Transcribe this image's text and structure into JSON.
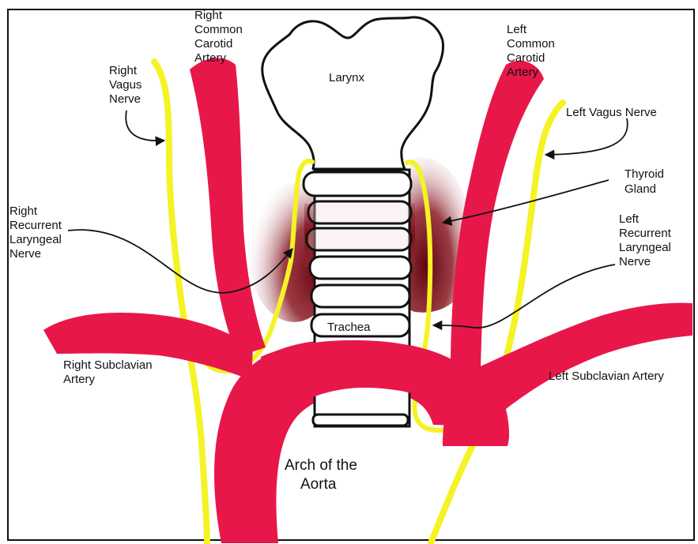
{
  "colors": {
    "artery": "#e8174a",
    "nerve": "#f5f225",
    "thyroid": "#7a0a14",
    "outline": "#111111",
    "background": "#ffffff"
  },
  "labels": {
    "right_common_carotid": [
      "Right",
      "Common",
      "Carotid",
      "Artery"
    ],
    "left_common_carotid": [
      "Left",
      "Common",
      "Carotid",
      "Artery"
    ],
    "right_vagus": [
      "Right",
      "Vagus",
      "Nerve"
    ],
    "left_vagus": [
      "Left Vagus Nerve"
    ],
    "larynx": [
      "Larynx"
    ],
    "thyroid": [
      "Thyroid",
      "Gland"
    ],
    "right_recurrent": [
      "Right",
      "Recurrent",
      "Laryngeal",
      "Nerve"
    ],
    "left_recurrent": [
      "Left",
      "Recurrent",
      "Laryngeal",
      "Nerve"
    ],
    "trachea": [
      "Trachea"
    ],
    "right_subclavian": [
      "Right Subclavian",
      "Artery"
    ],
    "left_subclavian": [
      "Left Subclavian Artery"
    ],
    "aorta": [
      "Arch of the",
      "Aorta"
    ]
  }
}
